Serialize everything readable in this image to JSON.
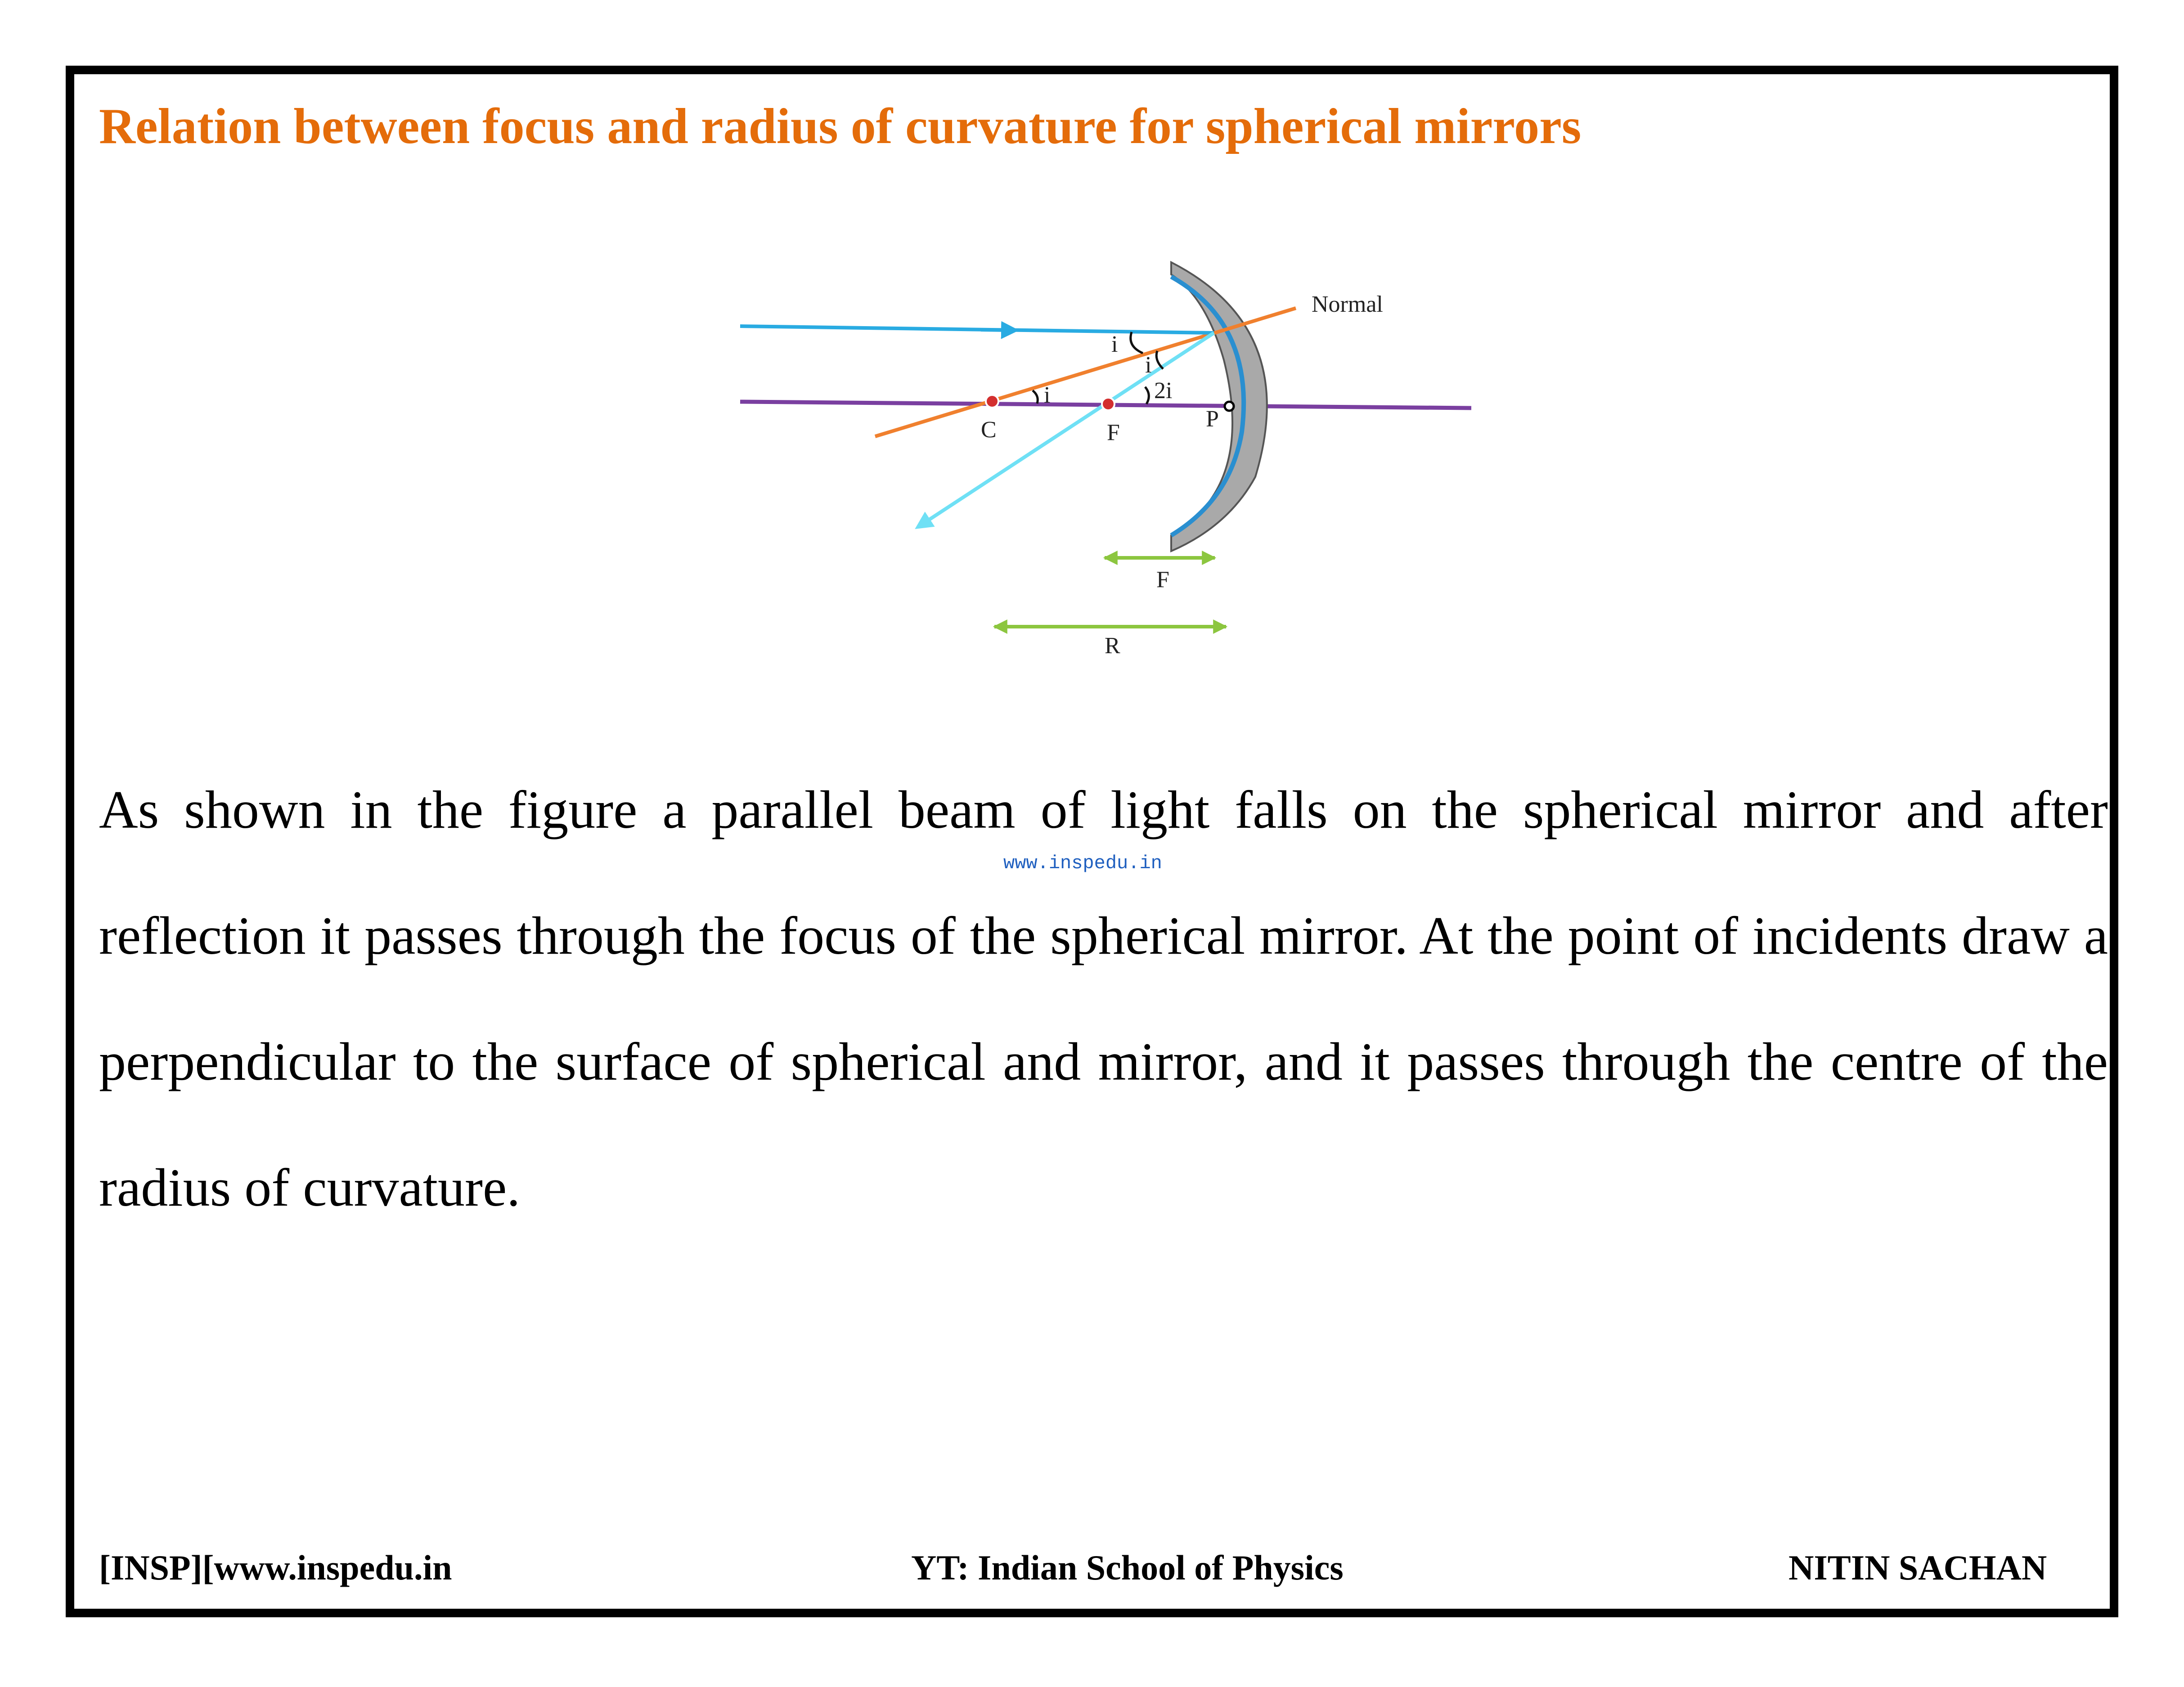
{
  "title": "Relation between focus and radius of curvature for spherical mirrors",
  "figure": {
    "labels": {
      "normal": "Normal",
      "angle_i_incident": "i",
      "angle_i_reflected": "i",
      "angle_i_center": "i",
      "angle_2i": "2i",
      "point_c": "C",
      "point_f": "F",
      "point_p": "P",
      "focal_length": "F",
      "radius": "R"
    },
    "colors": {
      "incident_ray": "#29abe2",
      "reflected_ray": "#6fe0f5",
      "normal": "#f0802e",
      "principal_axis": "#7a3fa0",
      "mirror_back": "#9a9a9a",
      "mirror_face": "#2a8fd0",
      "dimension_arrows": "#8cc63f",
      "points": "#d32f2f"
    }
  },
  "body": {
    "paragraph": "As shown in the figure a parallel beam of light falls on the spherical mirror and after reflection it passes through the focus of the spherical mirror. At the point of incidents draw a perpendicular to the surface of spherical and mirror, and it passes through the centre of the radius of curvature.",
    "watermark": "www.inspedu.in"
  },
  "footer": {
    "left": "[INSP][www.inspedu.in",
    "center": "YT: Indian School of Physics",
    "right": "NITIN SACHAN"
  }
}
